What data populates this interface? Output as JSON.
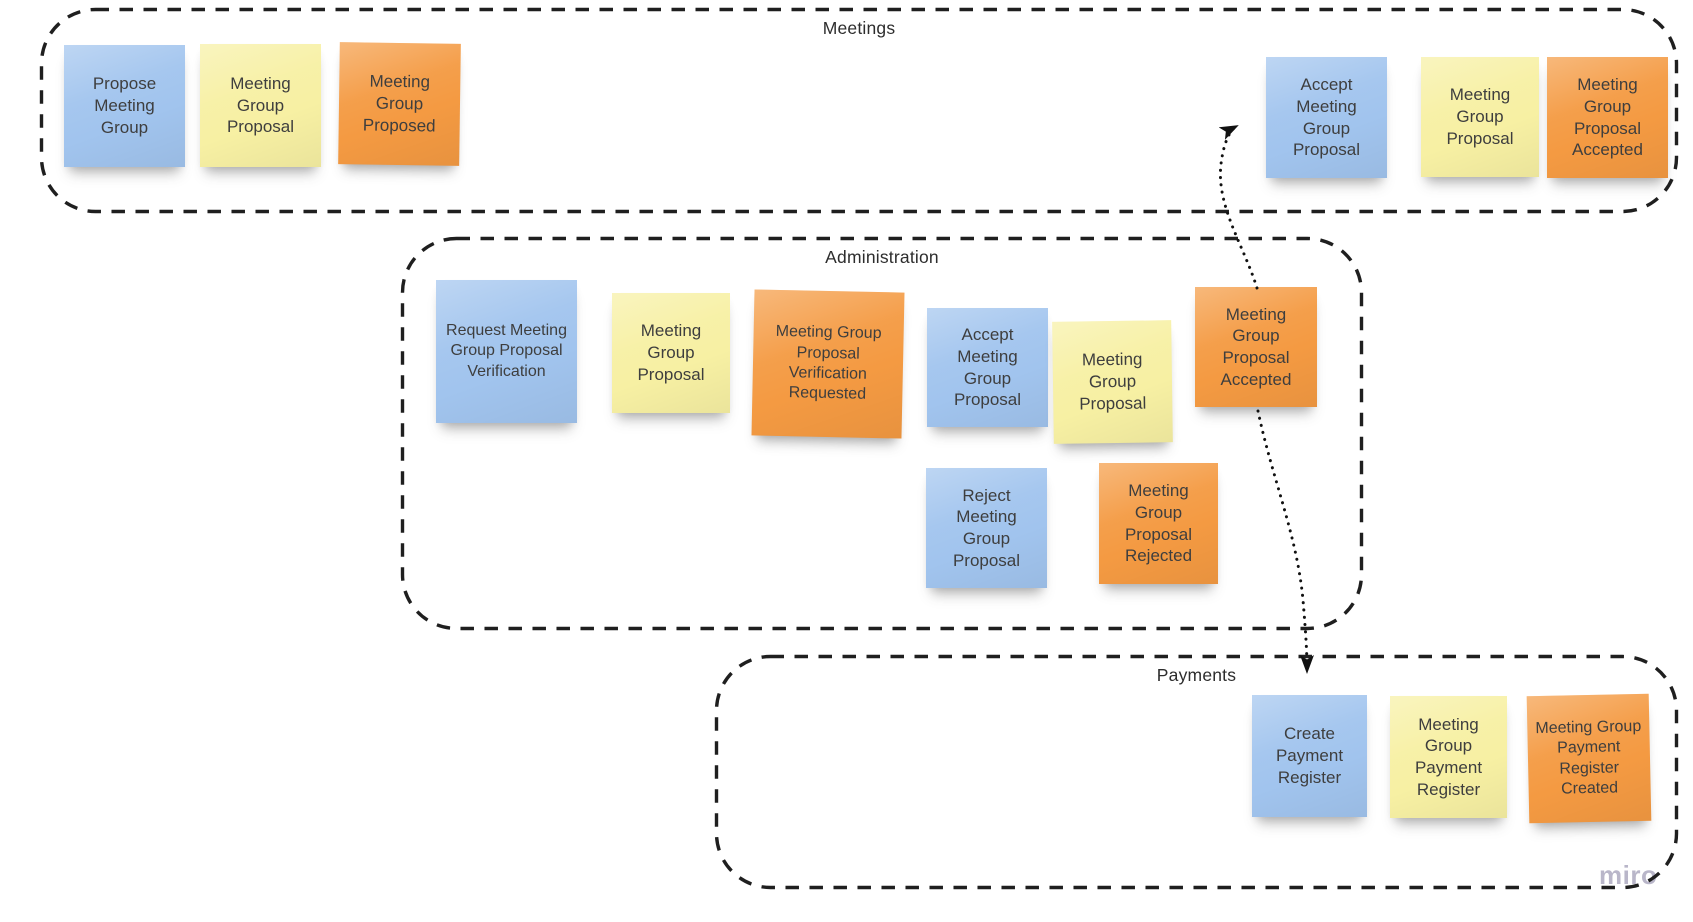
{
  "board": {
    "background": "#ffffff",
    "watermark": "miro"
  },
  "colors": {
    "note_blue": "#a1c4ee",
    "note_yellow": "#f7f0a3",
    "note_orange": "#f49a42",
    "note_text": "#3e3e3e",
    "frame_border": "#1f1f1f",
    "connector": "#111111",
    "title_text": "#2d2d2d",
    "watermark": "#b9b6c9"
  },
  "regions": [
    {
      "id": "meetings",
      "title": "Meetings"
    },
    {
      "id": "administration",
      "title": "Administration"
    },
    {
      "id": "payments",
      "title": "Payments"
    }
  ],
  "notes": [
    {
      "id": "propose-meeting-group",
      "region": "meetings",
      "color": "blue",
      "text": "Propose Meeting Group"
    },
    {
      "id": "meeting-group-proposal-1",
      "region": "meetings",
      "color": "yellow",
      "text": "Meeting Group Proposal"
    },
    {
      "id": "meeting-group-proposed",
      "region": "meetings",
      "color": "orange",
      "text": "Meeting Group Proposed"
    },
    {
      "id": "accept-meeting-group-proposal-1",
      "region": "meetings",
      "color": "blue",
      "text": "Accept Meeting Group Proposal"
    },
    {
      "id": "meeting-group-proposal-2",
      "region": "meetings",
      "color": "yellow",
      "text": "Meeting Group Proposal"
    },
    {
      "id": "meeting-group-proposal-accepted-1",
      "region": "meetings",
      "color": "orange",
      "text": "Meeting Group Proposal Accepted"
    },
    {
      "id": "request-meeting-group-proposal-verification",
      "region": "administration",
      "color": "blue",
      "text": "Request Meeting Group Proposal Verification"
    },
    {
      "id": "meeting-group-proposal-3",
      "region": "administration",
      "color": "yellow",
      "text": "Meeting Group Proposal"
    },
    {
      "id": "meeting-group-proposal-verification-requested",
      "region": "administration",
      "color": "orange",
      "text": "Meeting Group Proposal Verification Requested"
    },
    {
      "id": "accept-meeting-group-proposal-2",
      "region": "administration",
      "color": "blue",
      "text": "Accept Meeting Group Proposal"
    },
    {
      "id": "meeting-group-proposal-4",
      "region": "administration",
      "color": "yellow",
      "text": "Meeting Group Proposal"
    },
    {
      "id": "meeting-group-proposal-accepted-2",
      "region": "administration",
      "color": "orange",
      "text": "Meeting Group Proposal Accepted"
    },
    {
      "id": "reject-meeting-group-proposal",
      "region": "administration",
      "color": "blue",
      "text": "Reject Meeting Group Proposal"
    },
    {
      "id": "meeting-group-proposal-rejected",
      "region": "administration",
      "color": "orange",
      "text": "Meeting Group Proposal Rejected"
    },
    {
      "id": "create-payment-register",
      "region": "payments",
      "color": "blue",
      "text": "Create Payment Register"
    },
    {
      "id": "meeting-group-payment-register",
      "region": "payments",
      "color": "yellow",
      "text": "Meeting Group Payment Register"
    },
    {
      "id": "meeting-group-payment-register-created",
      "region": "payments",
      "color": "orange",
      "text": "Meeting Group Payment Register Created"
    }
  ],
  "connectors": [
    {
      "id": "connector-accepted-to-accept-proposal",
      "style": "dotted-arrow",
      "from": "meeting-group-proposal-accepted-2",
      "to": "accept-meeting-group-proposal-1"
    },
    {
      "id": "connector-accepted-to-create-payment",
      "style": "dotted-arrow",
      "from": "meeting-group-proposal-accepted-2",
      "to": "create-payment-register"
    }
  ]
}
